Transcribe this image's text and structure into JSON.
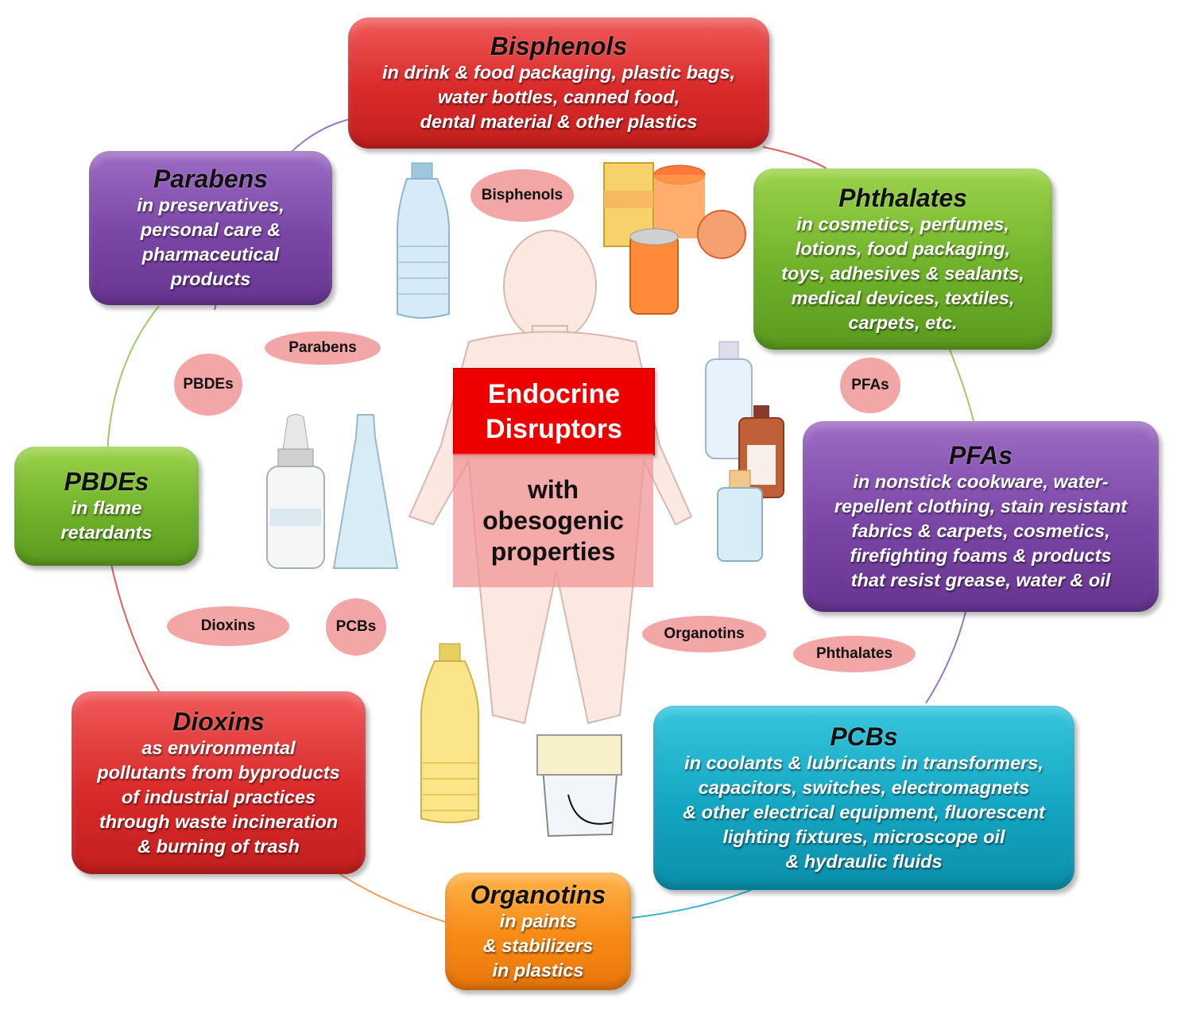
{
  "center": {
    "title_line1": "Endocrine",
    "title_line2": "Disruptors",
    "sub_line1": "with",
    "sub_line2": "obesogenic",
    "sub_line3": "properties"
  },
  "boxes": {
    "bisphenols": {
      "title": "Bisphenols",
      "desc": "in drink & food packaging, plastic bags,\nwater bottles, canned food,\ndental material & other plastics",
      "color": "#d92a2a"
    },
    "parabens": {
      "title": "Parabens",
      "desc": "in preservatives,\npersonal care &\npharmaceutical\nproducts",
      "color": "#7a46a6"
    },
    "phthalates": {
      "title": "Phthalates",
      "desc": "in cosmetics, perfumes,\nlotions, food packaging,\ntoys, adhesives & sealants,\nmedical devices, textiles,\ncarpets, etc.",
      "color": "#6fb22a"
    },
    "pfas": {
      "title": "PFAs",
      "desc": "in nonstick cookware, water-\nrepellent clothing, stain resistant\nfabrics & carpets, cosmetics,\nfirefighting foams & products\nthat resist grease, water & oil",
      "color": "#7a46a6"
    },
    "pbdes": {
      "title": "PBDEs",
      "desc": "in flame\nretardants",
      "color": "#6fb22a"
    },
    "dioxins": {
      "title": "Dioxins",
      "desc": "as environmental\npollutants from byproducts\nof industrial practices\nthrough waste incineration\n& burning of trash",
      "color": "#d92a2a"
    },
    "pcbs": {
      "title": "PCBs",
      "desc": "in coolants & lubricants in transformers,\ncapacitors, switches, electromagnets\n& other electrical equipment, fluorescent\nlighting fixtures, microscope oil\n& hydraulic fluids",
      "color": "#14a6c2"
    },
    "organotins": {
      "title": "Organotins",
      "desc": "in paints\n& stabilizers\nin plastics",
      "color": "#f78a14"
    }
  },
  "bubbles": {
    "bisphenols": "Bisphenols",
    "parabens": "Parabens",
    "pbdes": "PBDEs",
    "pfas": "PFAs",
    "dioxins": "Dioxins",
    "pcbs": "PCBs",
    "organotins": "Organotins",
    "phthalates": "Phthalates"
  }
}
